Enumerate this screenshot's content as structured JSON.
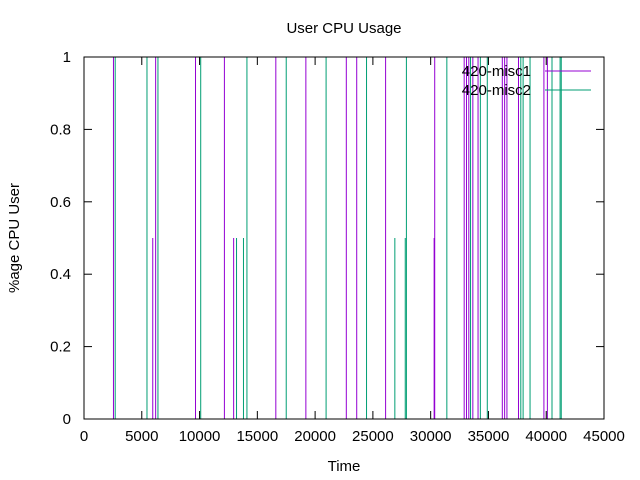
{
  "chart_data": {
    "type": "line",
    "title": "User CPU Usage",
    "xlabel": "Time",
    "ylabel": "%age CPU User",
    "xlim": [
      0,
      45000
    ],
    "ylim": [
      0,
      1
    ],
    "x_ticks": [
      0,
      5000,
      10000,
      15000,
      20000,
      25000,
      30000,
      35000,
      40000,
      45000
    ],
    "y_ticks": [
      0,
      0.2,
      0.4,
      0.6,
      0.8,
      1
    ],
    "x_tick_labels": [
      "0",
      "5000",
      "10000",
      "15000",
      "20000",
      "25000",
      "30000",
      "35000",
      "40000",
      "45000"
    ],
    "y_tick_labels": [
      "0",
      "0.2",
      "0.4",
      "0.6",
      "0.8",
      "1"
    ],
    "legend_position": "top-right",
    "grid": false,
    "series": [
      {
        "name": "420-misc1",
        "color": "#9400d3",
        "spikes": [
          {
            "x": 2550,
            "y": 1
          },
          {
            "x": 5950,
            "y": 0.5
          },
          {
            "x": 6200,
            "y": 1
          },
          {
            "x": 9650,
            "y": 1
          },
          {
            "x": 12150,
            "y": 1
          },
          {
            "x": 12950,
            "y": 0.5
          },
          {
            "x": 16600,
            "y": 1
          },
          {
            "x": 19200,
            "y": 1
          },
          {
            "x": 22700,
            "y": 1
          },
          {
            "x": 23600,
            "y": 1
          },
          {
            "x": 26100,
            "y": 1
          },
          {
            "x": 30300,
            "y": 0.5
          },
          {
            "x": 30350,
            "y": 1
          },
          {
            "x": 32900,
            "y": 1
          },
          {
            "x": 33100,
            "y": 1
          },
          {
            "x": 33300,
            "y": 1
          },
          {
            "x": 33650,
            "y": 1
          },
          {
            "x": 34100,
            "y": 1
          },
          {
            "x": 36200,
            "y": 1
          },
          {
            "x": 36400,
            "y": 1
          },
          {
            "x": 36600,
            "y": 1
          },
          {
            "x": 37600,
            "y": 1
          },
          {
            "x": 39800,
            "y": 1
          },
          {
            "x": 40100,
            "y": 1
          }
        ]
      },
      {
        "name": "420-misc2",
        "color": "#009e73",
        "spikes": [
          {
            "x": 2700,
            "y": 1
          },
          {
            "x": 5450,
            "y": 1
          },
          {
            "x": 6400,
            "y": 1
          },
          {
            "x": 10100,
            "y": 1
          },
          {
            "x": 13200,
            "y": 0.5
          },
          {
            "x": 13800,
            "y": 0.5
          },
          {
            "x": 14100,
            "y": 1
          },
          {
            "x": 17500,
            "y": 1
          },
          {
            "x": 20950,
            "y": 1
          },
          {
            "x": 24450,
            "y": 1
          },
          {
            "x": 26900,
            "y": 0.5
          },
          {
            "x": 27800,
            "y": 0.5
          },
          {
            "x": 27900,
            "y": 1
          },
          {
            "x": 31400,
            "y": 1
          },
          {
            "x": 33450,
            "y": 1
          },
          {
            "x": 34300,
            "y": 1
          },
          {
            "x": 34900,
            "y": 1
          },
          {
            "x": 37800,
            "y": 1
          },
          {
            "x": 38000,
            "y": 1
          },
          {
            "x": 38600,
            "y": 1
          },
          {
            "x": 40500,
            "y": 1
          },
          {
            "x": 41200,
            "y": 1
          },
          {
            "x": 41300,
            "y": 1
          }
        ]
      }
    ]
  }
}
